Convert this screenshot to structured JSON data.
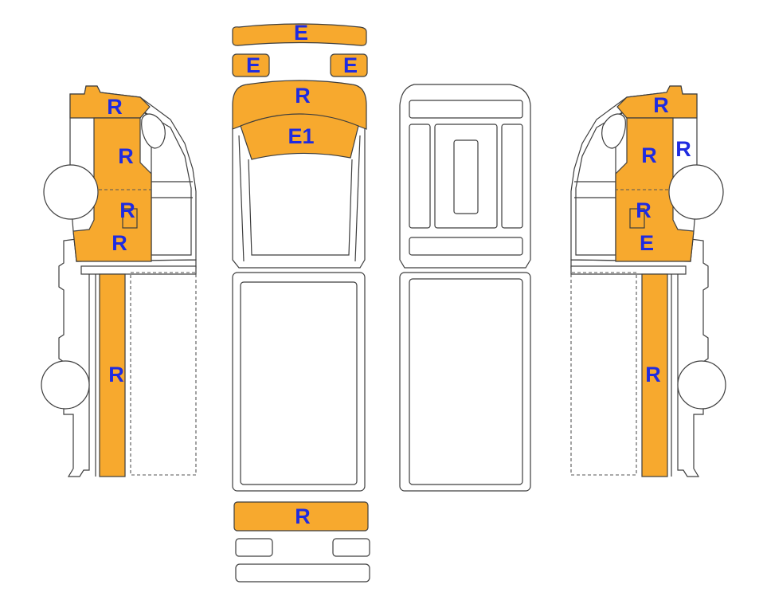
{
  "colors": {
    "panel_fill": "#F7A92E",
    "label_color": "#1F2BE0",
    "outline": "#3D3D3D"
  },
  "views": {
    "left_side": {
      "cab_top": "R",
      "cab_door_upper": "R",
      "cab_door_lower": "R",
      "cab_bottom": "R",
      "body_side": "R"
    },
    "front": {
      "roof_deflector": "E",
      "marker_light_left": "E",
      "marker_light_right": "E",
      "cab_roof_front": "R",
      "windshield_area": "E1"
    },
    "rear": {
      "rear_panel": "R"
    },
    "right_side": {
      "cab_top": "R",
      "cab_door_upper": "R",
      "cab_rear_edge": "R",
      "cab_door_lower": "R",
      "cab_bottom": "E",
      "body_side": "R"
    }
  }
}
